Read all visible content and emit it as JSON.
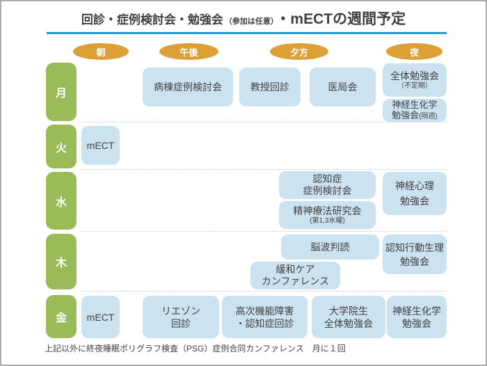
{
  "title": {
    "part1": "回診・症例検討会・勉強会",
    "part2": "（参加は任意）",
    "part3": "・mECTの週間予定"
  },
  "columns": [
    {
      "id": "asa",
      "label": "朝"
    },
    {
      "id": "gogo",
      "label": "午後"
    },
    {
      "id": "yugata",
      "label": "夕方"
    },
    {
      "id": "yoru",
      "label": "夜"
    }
  ],
  "days": [
    {
      "id": "mon",
      "label": "月"
    },
    {
      "id": "tue",
      "label": "火"
    },
    {
      "id": "wed",
      "label": "水"
    },
    {
      "id": "thu",
      "label": "木"
    },
    {
      "id": "fri",
      "label": "金"
    }
  ],
  "events": [
    {
      "id": "mon-byoto",
      "day": "月",
      "time": "午後",
      "lines": [
        "病棟症例検討会"
      ]
    },
    {
      "id": "mon-kyoju",
      "day": "月",
      "time": "夕方",
      "lines": [
        "教授回診"
      ]
    },
    {
      "id": "mon-ikyoku",
      "day": "月",
      "time": "夕方",
      "lines": [
        "医局会"
      ]
    },
    {
      "id": "mon-zentai",
      "day": "月",
      "time": "夜",
      "lines": [
        "全体勉強会",
        "（不定期）"
      ],
      "small": [
        1
      ]
    },
    {
      "id": "mon-shinkei",
      "day": "月",
      "time": "夜",
      "lines": [
        "神経生化学",
        "勉強会"
      ],
      "suffix": "(隔週)"
    },
    {
      "id": "tue-mect",
      "day": "火",
      "time": "朝",
      "lines": [
        "mECT"
      ]
    },
    {
      "id": "wed-ninchisho",
      "day": "水",
      "time": "夕方",
      "lines": [
        "認知症",
        "症例検討会"
      ]
    },
    {
      "id": "wed-seishin",
      "day": "水",
      "time": "夕方",
      "lines": [
        "精神療法研究会",
        "(第1,3水曜)"
      ],
      "small": [
        1
      ]
    },
    {
      "id": "wed-shinri",
      "day": "水",
      "time": "夜",
      "lines": [
        "神経心理",
        "勉強会"
      ]
    },
    {
      "id": "thu-noha",
      "day": "木",
      "time": "夕方",
      "lines": [
        "脳波判読"
      ]
    },
    {
      "id": "thu-kanwa",
      "day": "木",
      "time": "午後〜夕方",
      "lines": [
        "緩和ケア",
        "カンファレンス"
      ]
    },
    {
      "id": "thu-ninchi",
      "day": "木",
      "time": "夜",
      "lines": [
        "認知行動生理",
        "勉強会"
      ]
    },
    {
      "id": "fri-mect",
      "day": "金",
      "time": "朝",
      "lines": [
        "mECT"
      ]
    },
    {
      "id": "fri-riezon",
      "day": "金",
      "time": "午後",
      "lines": [
        "リエゾン",
        "回診"
      ]
    },
    {
      "id": "fri-koji",
      "day": "金",
      "time": "午後〜夕方",
      "lines": [
        "高次機能障害",
        "・認知症回診"
      ]
    },
    {
      "id": "fri-daigakuin",
      "day": "金",
      "time": "夕方",
      "lines": [
        "大学院生",
        "全体勉強会"
      ]
    },
    {
      "id": "fri-seikagaku",
      "day": "金",
      "time": "夜",
      "lines": [
        "神経生化学",
        "勉強会"
      ]
    }
  ],
  "footer": {
    "text": "上記以外に終夜睡眠ポリグラフ検査（PSG）症例合同カンファレンス　月に１回"
  },
  "colors": {
    "oval": "#DDA036",
    "day": "#9BBB59",
    "card": "#CBE3F0",
    "underline": "#2196C9",
    "text": "#3F3F3F",
    "separator": "#AED2E6",
    "border": "#ABABAB"
  }
}
